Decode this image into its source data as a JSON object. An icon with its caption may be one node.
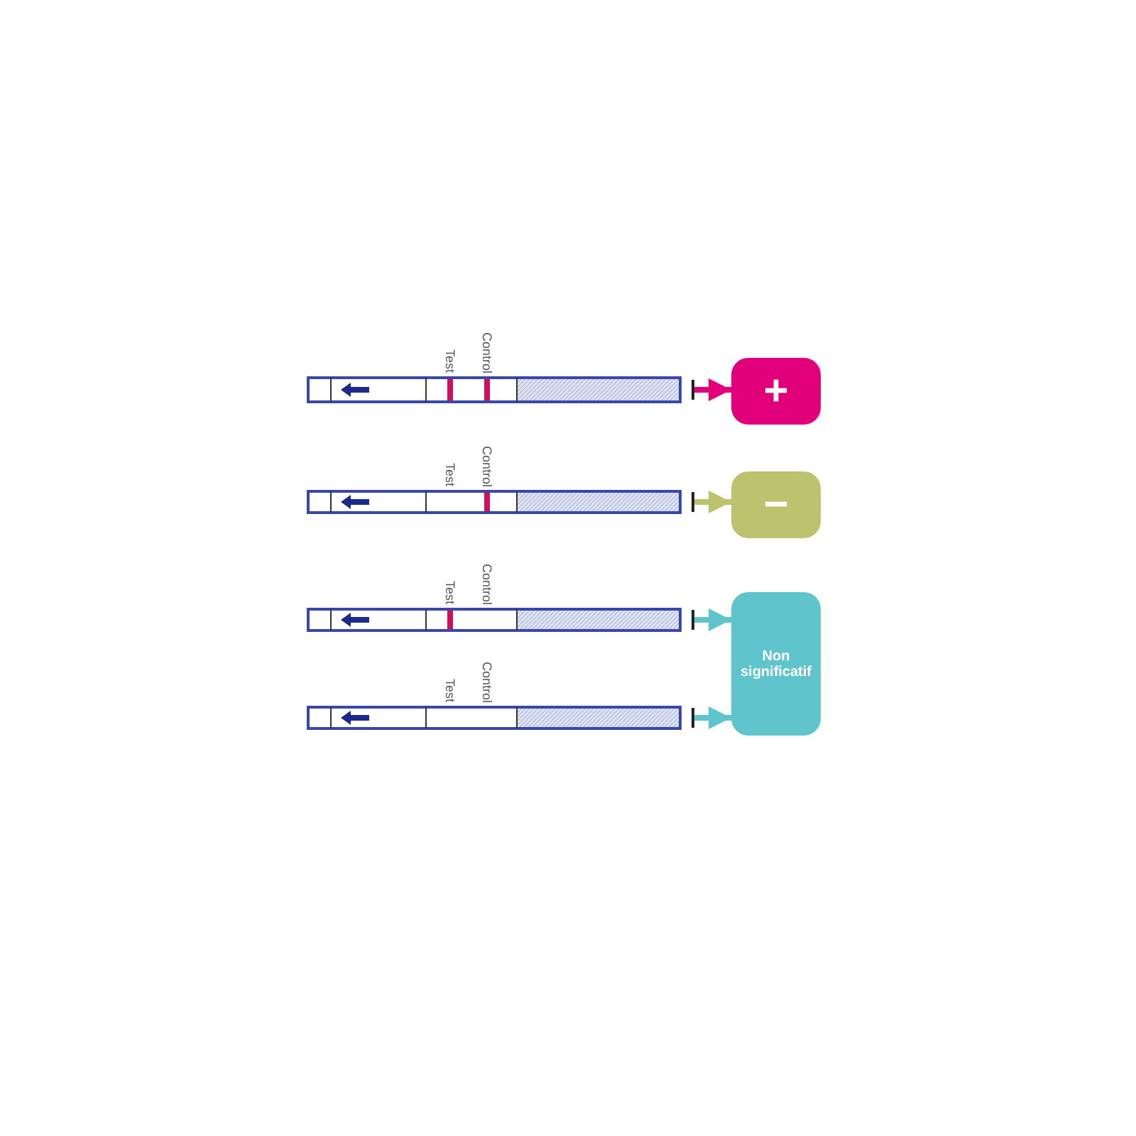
{
  "diagram": {
    "nodes": [
      {
        "text": [],
        "shape": "picture"
      },
      {
        "text": [
          "+"
        ]
      },
      {
        "text": [],
        "shape": "picture"
      },
      {
        "text": [
          "−"
        ]
      },
      {
        "text": [],
        "shape": "picture"
      },
      {
        "text": [],
        "shape": "picture"
      },
      {
        "text": [
          "Non significatif"
        ]
      }
    ],
    "edges": [
      {
        "from": 0,
        "to": 1,
        "arrow": "to",
        "color": "#e2007a"
      },
      {
        "from": 2,
        "to": 3,
        "arrow": "to",
        "color": "#bcc26e"
      },
      {
        "from": 4,
        "to": 6,
        "arrow": "to"
      },
      {
        "from": 5,
        "to": 6,
        "arrow": "to"
      }
    ],
    "labels": [
      "Test",
      "Control",
      "Test",
      "Control",
      "Test",
      "Control",
      "Test",
      "Control"
    ]
  }
}
